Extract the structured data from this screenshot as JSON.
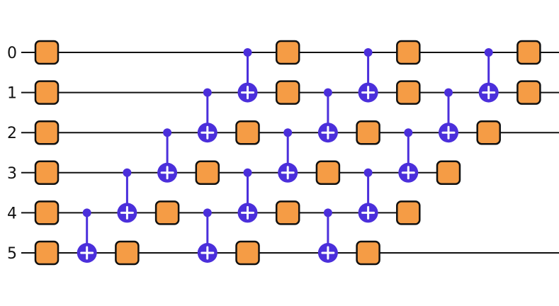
{
  "colors": {
    "background": "#ffffff",
    "wire": "#111111",
    "gate_fill": "#f59c45",
    "gate_stroke": "#111111",
    "cnot": "#4b2fdb",
    "cnot_plus": "#ffffff"
  },
  "circuit": {
    "qubit_labels": [
      "0",
      "1",
      "2",
      "3",
      "4",
      "5"
    ],
    "wire_end_step": [
      12.9,
      12.9,
      12.9,
      10.1,
      9.1,
      12.9
    ],
    "gates": [
      {
        "type": "single",
        "qubit": 0,
        "step": 0
      },
      {
        "type": "single",
        "qubit": 1,
        "step": 0
      },
      {
        "type": "single",
        "qubit": 2,
        "step": 0
      },
      {
        "type": "single",
        "qubit": 3,
        "step": 0
      },
      {
        "type": "single",
        "qubit": 4,
        "step": 0
      },
      {
        "type": "single",
        "qubit": 5,
        "step": 0
      },
      {
        "type": "cnot",
        "control": 4,
        "target": 5,
        "step": 1
      },
      {
        "type": "cnot",
        "control": 3,
        "target": 4,
        "step": 2
      },
      {
        "type": "single",
        "qubit": 5,
        "step": 2
      },
      {
        "type": "cnot",
        "control": 2,
        "target": 3,
        "step": 3
      },
      {
        "type": "single",
        "qubit": 4,
        "step": 3
      },
      {
        "type": "cnot",
        "control": 1,
        "target": 2,
        "step": 4
      },
      {
        "type": "single",
        "qubit": 3,
        "step": 4
      },
      {
        "type": "cnot",
        "control": 4,
        "target": 5,
        "step": 4
      },
      {
        "type": "cnot",
        "control": 0,
        "target": 1,
        "step": 5
      },
      {
        "type": "single",
        "qubit": 2,
        "step": 5
      },
      {
        "type": "cnot",
        "control": 3,
        "target": 4,
        "step": 5
      },
      {
        "type": "single",
        "qubit": 5,
        "step": 5
      },
      {
        "type": "single",
        "qubit": 0,
        "step": 6
      },
      {
        "type": "single",
        "qubit": 1,
        "step": 6
      },
      {
        "type": "cnot",
        "control": 2,
        "target": 3,
        "step": 6
      },
      {
        "type": "single",
        "qubit": 4,
        "step": 6
      },
      {
        "type": "cnot",
        "control": 1,
        "target": 2,
        "step": 7
      },
      {
        "type": "single",
        "qubit": 3,
        "step": 7
      },
      {
        "type": "cnot",
        "control": 4,
        "target": 5,
        "step": 7
      },
      {
        "type": "cnot",
        "control": 0,
        "target": 1,
        "step": 8
      },
      {
        "type": "single",
        "qubit": 2,
        "step": 8
      },
      {
        "type": "cnot",
        "control": 3,
        "target": 4,
        "step": 8
      },
      {
        "type": "single",
        "qubit": 5,
        "step": 8
      },
      {
        "type": "single",
        "qubit": 0,
        "step": 9
      },
      {
        "type": "single",
        "qubit": 1,
        "step": 9
      },
      {
        "type": "cnot",
        "control": 2,
        "target": 3,
        "step": 9
      },
      {
        "type": "single",
        "qubit": 4,
        "step": 9
      },
      {
        "type": "cnot",
        "control": 1,
        "target": 2,
        "step": 10
      },
      {
        "type": "single",
        "qubit": 3,
        "step": 10
      },
      {
        "type": "cnot",
        "control": 0,
        "target": 1,
        "step": 11
      },
      {
        "type": "single",
        "qubit": 2,
        "step": 11
      },
      {
        "type": "single",
        "qubit": 0,
        "step": 12
      },
      {
        "type": "single",
        "qubit": 1,
        "step": 12
      }
    ]
  }
}
